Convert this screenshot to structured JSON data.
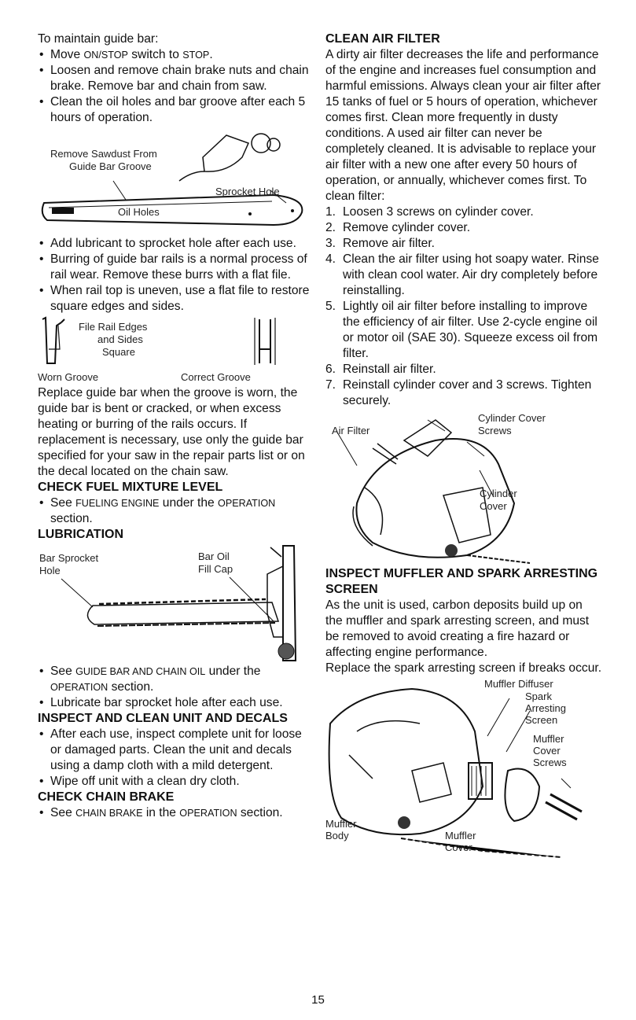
{
  "left": {
    "intro": "To maintain guide bar:",
    "steps1": [
      [
        "Move ",
        "ON/STOP",
        " switch to ",
        "STOP",
        "."
      ],
      [
        "Loosen and remove chain brake nuts and chain brake. Remove bar and chain from saw."
      ],
      [
        "Clean the oil holes and bar groove after each 5 hours of operation."
      ]
    ],
    "fig1": {
      "remove_sawdust": "Remove Sawdust From",
      "guide_bar_groove": "Guide Bar Groove",
      "sprocket_hole": "Sprocket Hole",
      "oil_holes": "Oil Holes"
    },
    "steps2": [
      "Add lubricant to sprocket hole after each use.",
      "Burring of guide bar rails is a normal process of rail wear. Remove these burrs with a flat file.",
      "When rail top is uneven, use a flat file to restore square edges and sides."
    ],
    "fig2": {
      "file_rail_edges": "File Rail Edges",
      "and_sides": "and Sides",
      "square": "Square",
      "worn_groove": "Worn Groove",
      "correct_groove": "Correct Groove"
    },
    "replace_para": "Replace guide bar when the groove is worn, the guide bar is bent or cracked, or when excess heating or burring of the rails occurs. If replacement is necessary, use only the guide bar specified for your saw in the repair parts list or on the decal located on the chain saw.",
    "fuel_heading": "CHECK FUEL MIXTURE LEVEL",
    "fuel_item": [
      "See ",
      "FUELING ENGINE",
      " under the ",
      "OPERATION",
      " section."
    ],
    "lube_heading": "LUBRICATION",
    "fig3": {
      "bar_sprocket": "Bar Sprocket",
      "hole": "Hole",
      "bar_oil": "Bar Oil",
      "fill_cap": "Fill Cap"
    },
    "lube_items": [
      [
        "See ",
        "GUIDE BAR AND CHAIN OIL",
        " under the ",
        "OPERATION",
        " section."
      ],
      [
        "Lubricate bar sprocket hole after each use."
      ]
    ],
    "inspect_heading": "INSPECT AND CLEAN UNIT AND DECALS",
    "inspect_items": [
      "After each use, inspect complete unit for loose or damaged parts. Clean the unit and decals using a damp cloth with a mild detergent.",
      "Wipe off unit with a clean dry cloth."
    ],
    "brake_heading": "CHECK CHAIN BRAKE",
    "brake_item": [
      "See ",
      "CHAIN BRAKE",
      " in the ",
      "OPERATION",
      " section."
    ]
  },
  "right": {
    "air_heading": "CLEAN AIR FILTER",
    "air_para": "A dirty air filter decreases the life and performance of the engine and increases fuel consumption and harmful emissions. Always clean your air filter after 15 tanks of fuel or 5 hours of operation, whichever comes first. Clean more frequently in dusty conditions. A used air filter can never be completely cleaned. It is advisable to replace your air filter with a new one after every 50 hours of operation, or annually, whichever comes first. To clean filter:",
    "air_steps": [
      {
        "n": "1.",
        "t": "Loosen 3 screws on cylinder cover."
      },
      {
        "n": "2.",
        "t": "Remove cylinder cover."
      },
      {
        "n": "3.",
        "t": "Remove air filter."
      },
      {
        "n": "4.",
        "t": "Clean the air filter using hot soapy water. Rinse with clean cool water. Air dry completely before reinstalling."
      },
      {
        "n": "5.",
        "t": "Lightly oil air filter before installing to improve the efficiency of air filter. Use 2-cycle engine oil or motor oil (SAE 30). Squeeze excess oil from filter."
      },
      {
        "n": "6.",
        "t": "Reinstall air filter."
      },
      {
        "n": "7.",
        "t": "Reinstall cylinder cover and 3 screws. Tighten securely."
      }
    ],
    "fig4": {
      "cylinder_cover": "Cylinder Cover",
      "screws": "Screws",
      "air_filter": "Air Filter",
      "cylinder": "Cylinder",
      "cover": "Cover"
    },
    "muffler_heading": "INSPECT MUFFLER AND SPARK ARRESTING SCREEN",
    "muffler_para1": "As the unit is used, carbon deposits build up on the muffler and spark arresting screen, and must be removed to avoid creating a fire hazard or affecting engine performance.",
    "muffler_para2": "Replace the spark arresting screen if breaks occur.",
    "fig5": {
      "muffler_diffuser": "Muffler Diffuser",
      "spark": "Spark",
      "arresting": "Arresting",
      "screen": "Screen",
      "muffler": "Muffler",
      "cover": "Cover",
      "screws": "Screws",
      "muffler2": "Muffler",
      "body": "Body",
      "muffler3": "Muffler",
      "cover2": "Cover"
    }
  },
  "page_number": "15"
}
